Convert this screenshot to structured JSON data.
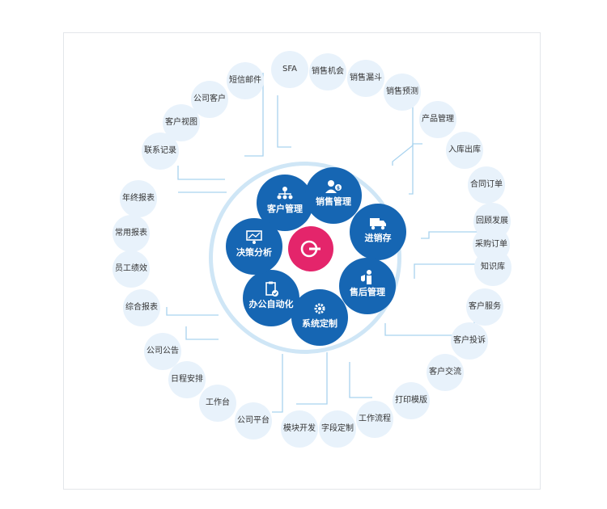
{
  "center_modules": [
    {
      "label": "客户管理",
      "icon": "team-hierarchy-icon"
    },
    {
      "label": "销售管理",
      "icon": "person-dollar-icon"
    },
    {
      "label": "进销存",
      "icon": "delivery-truck-icon"
    },
    {
      "label": "售后管理",
      "icon": "person-shield-icon"
    },
    {
      "label": "系统定制",
      "icon": "gear-icon"
    },
    {
      "label": "办公自动化",
      "icon": "clipboard-check-icon"
    },
    {
      "label": "决策分析",
      "icon": "presentation-board-icon"
    }
  ],
  "leaves": [
    "SFA",
    "销售机会",
    "销售漏斗",
    "销售预测",
    "产品管理",
    "入库出库",
    "合同订单",
    "回顾发展",
    "采购订单",
    "知识库",
    "客户服务",
    "客户投诉",
    "客户交流",
    "打印模版",
    "工作流程",
    "字段定制",
    "模块开发",
    "公司平台",
    "工作台",
    "日程安排",
    "公司公告",
    "综合报表",
    "员工绩效",
    "常用报表",
    "年终报表",
    "联系记录",
    "客户视图",
    "公司客户",
    "短信邮件"
  ],
  "colors": {
    "module_fill": "#1666b3",
    "core_fill": "#e4256b",
    "ring": "#cfe6f6",
    "leaf_fill": "#e8f2fb",
    "connector": "#a9d3ef"
  }
}
